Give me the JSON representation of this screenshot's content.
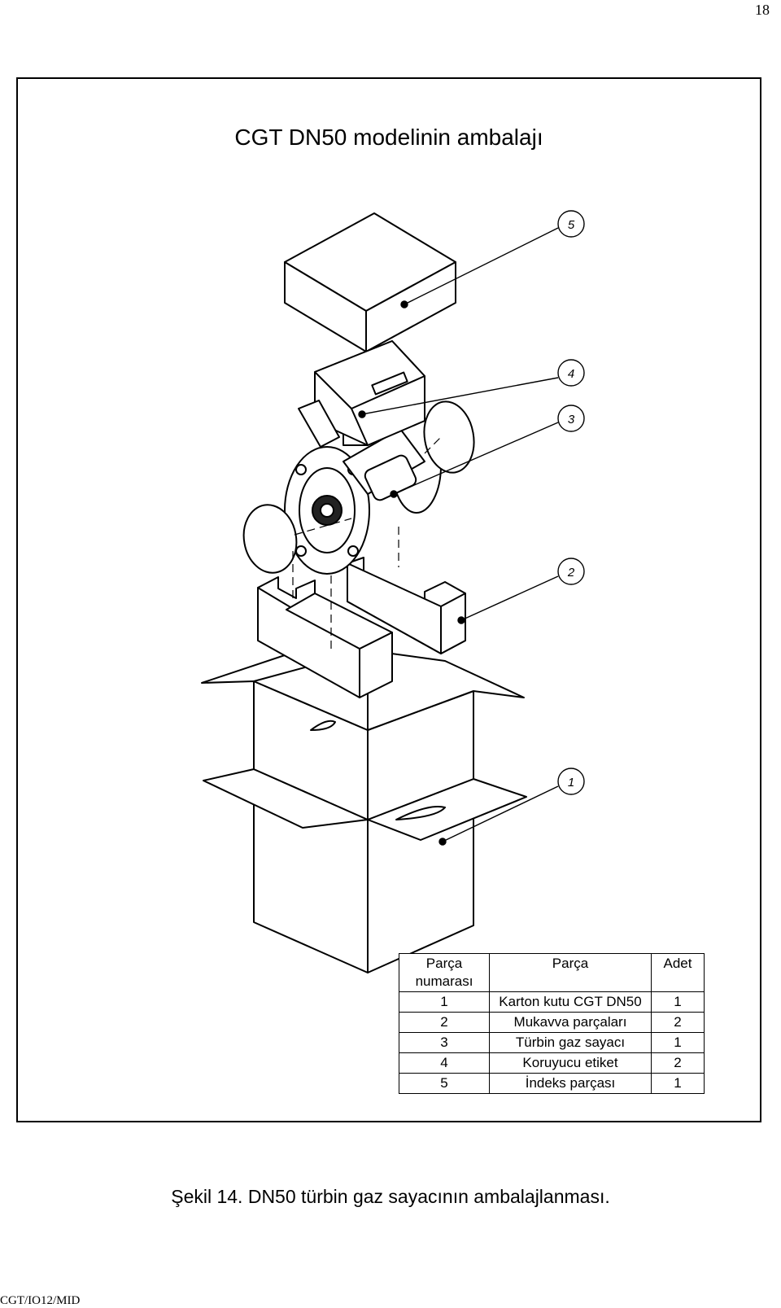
{
  "page_number": "18",
  "drawing": {
    "title": "CGT DN50 modelinin ambalajı",
    "callouts": [
      "1",
      "2",
      "3",
      "4",
      "5"
    ]
  },
  "parts_table": {
    "headers": [
      "Parça numarası",
      "Parça",
      "Adet"
    ],
    "rows": [
      {
        "no": "1",
        "part": "Karton kutu CGT DN50",
        "qty": "1"
      },
      {
        "no": "2",
        "part": "Mukavva parçaları",
        "qty": "2"
      },
      {
        "no": "3",
        "part": "Türbin gaz sayacı",
        "qty": "1"
      },
      {
        "no": "4",
        "part": "Koruyucu etiket",
        "qty": "2"
      },
      {
        "no": "5",
        "part": "İndeks parçası",
        "qty": "1"
      }
    ]
  },
  "caption": "Şekil 14. DN50 türbin gaz sayacının ambalajlanması.",
  "footer": "CGT/IO12/MID"
}
